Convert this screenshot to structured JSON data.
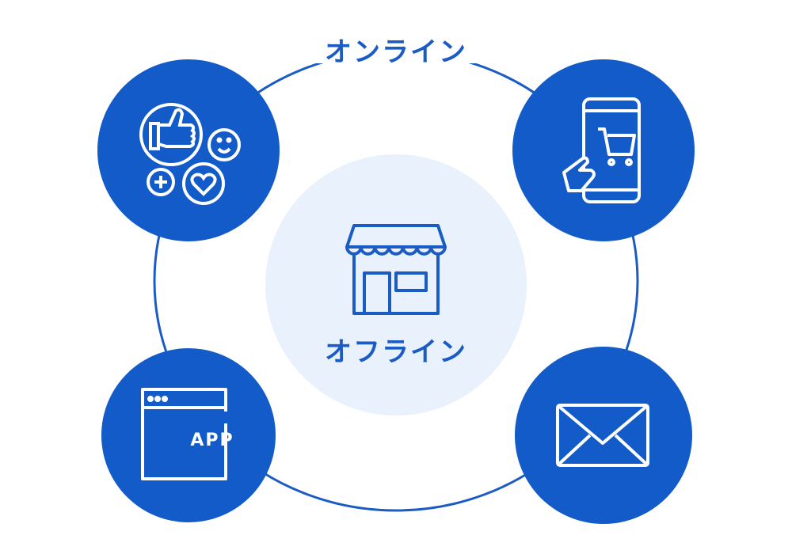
{
  "title": "オンライン",
  "center_label": "オフライン",
  "app_label": "APP",
  "colors": {
    "primary": "#135bc8",
    "center_bg": "#e8f1fc",
    "ring": "#1a5cc4"
  },
  "nodes": [
    {
      "icon": "social-reactions-icon"
    },
    {
      "icon": "mobile-shopping-icon"
    },
    {
      "icon": "app-window-icon"
    },
    {
      "icon": "mail-icon"
    }
  ]
}
